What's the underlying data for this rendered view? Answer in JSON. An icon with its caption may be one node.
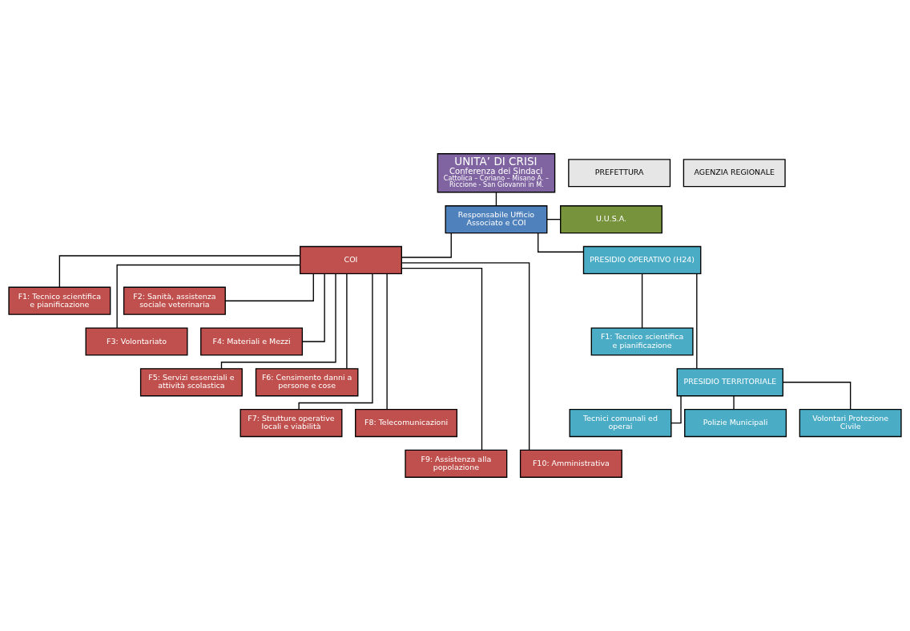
{
  "diagram": {
    "nodes": [
      {
        "text": [
          "UNITA’ DI CRISI",
          "Conferenza dei Sindaci",
          "Cattolica – Coriano – Misano A. – Riccione - San Giovanni in M."
        ]
      },
      {
        "text": [
          "PREFETTURA"
        ]
      },
      {
        "text": [
          "AGENZIA REGIONALE"
        ]
      },
      {
        "text": [
          "Responsabile Ufficio Associato e COI"
        ]
      },
      {
        "text": [
          "U.U.S.A."
        ]
      },
      {
        "text": [
          "COI"
        ]
      },
      {
        "text": [
          "PRESIDIO OPERATIVO (H24)"
        ]
      },
      {
        "text": [
          "F1: Tecnico scientifica e pianificazione"
        ]
      },
      {
        "text": [
          "F2: Sanità, assistenza sociale veterinaria"
        ]
      },
      {
        "text": [
          "F3: Volontariato"
        ]
      },
      {
        "text": [
          "F4: Materiali e Mezzi"
        ]
      },
      {
        "text": [
          "F5: Servizi essenziali e attività scolastica"
        ]
      },
      {
        "text": [
          "F6: Censimento danni a persone e cose"
        ]
      },
      {
        "text": [
          "F7: Strutture operative locali e viabilità"
        ]
      },
      {
        "text": [
          "F8: Telecomunicazioni"
        ]
      },
      {
        "text": [
          "F9: Assistenza alla popolazione"
        ]
      },
      {
        "text": [
          "F10: Amministrativa"
        ]
      },
      {
        "text": [
          "F1: Tecnico scientifica e pianificazione"
        ]
      },
      {
        "text": [
          "PRESIDIO TERRITORIALE"
        ]
      },
      {
        "text": [
          "Tecnici comunali ed operai"
        ]
      },
      {
        "text": [
          "Polizie Municipali"
        ]
      },
      {
        "text": [
          "Volontari Protezione Civile"
        ]
      }
    ],
    "edges": [
      {
        "from": 0,
        "to": 3,
        "arrow": "none"
      },
      {
        "from": 3,
        "to": 4,
        "arrow": "none"
      },
      {
        "from": 3,
        "to": 5,
        "arrow": "none"
      },
      {
        "from": 3,
        "to": 6,
        "arrow": "none"
      },
      {
        "from": 5,
        "to": 7,
        "arrow": "none"
      },
      {
        "from": 5,
        "to": 8,
        "arrow": "none"
      },
      {
        "from": 5,
        "to": 9,
        "arrow": "none"
      },
      {
        "from": 5,
        "to": 10,
        "arrow": "none"
      },
      {
        "from": 5,
        "to": 11,
        "arrow": "none"
      },
      {
        "from": 5,
        "to": 12,
        "arrow": "none"
      },
      {
        "from": 5,
        "to": 13,
        "arrow": "none"
      },
      {
        "from": 5,
        "to": 14,
        "arrow": "none"
      },
      {
        "from": 5,
        "to": 15,
        "arrow": "none"
      },
      {
        "from": 5,
        "to": 16,
        "arrow": "none"
      },
      {
        "from": 6,
        "to": 17,
        "arrow": "none"
      },
      {
        "from": 6,
        "to": 18,
        "arrow": "none"
      },
      {
        "from": 18,
        "to": 19,
        "arrow": "none"
      },
      {
        "from": 18,
        "to": 20,
        "arrow": "none"
      },
      {
        "from": 18,
        "to": 21,
        "arrow": "none"
      }
    ]
  }
}
